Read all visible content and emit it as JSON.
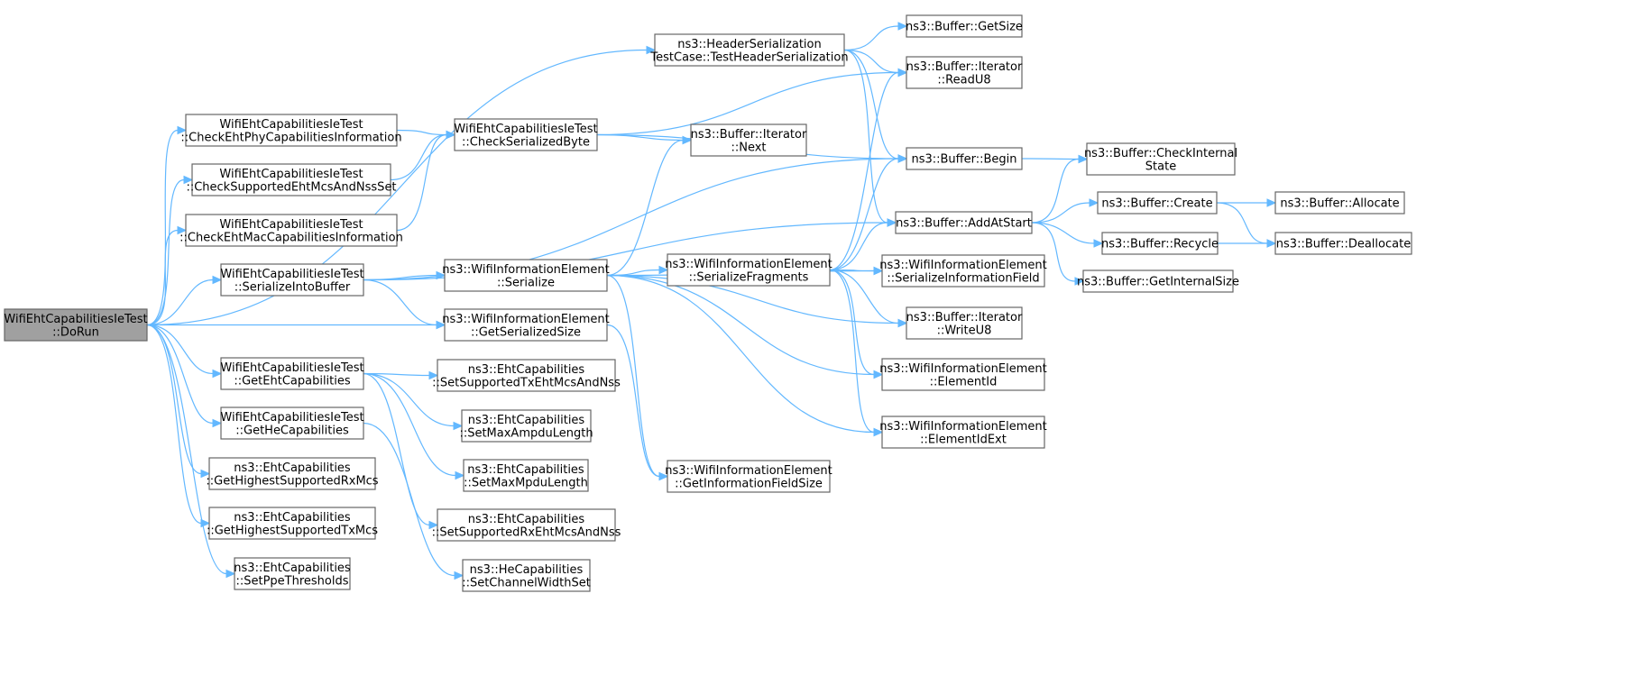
{
  "graph": {
    "colors": {
      "edge": "#63b8ff",
      "node_border": "#666666",
      "root_fill": "#a0a0a0",
      "node_fill": "#ffffff"
    },
    "nodes": [
      {
        "id": "doRun",
        "lines": [
          "WifiEhtCapabilitiesIeTest",
          "::DoRun"
        ],
        "root": true
      },
      {
        "id": "checkPhy",
        "lines": [
          "WifiEhtCapabilitiesIeTest",
          "::CheckEhtPhyCapabilitiesInformation"
        ]
      },
      {
        "id": "checkSupMcs",
        "lines": [
          "WifiEhtCapabilitiesIeTest",
          "::CheckSupportedEhtMcsAndNssSet"
        ]
      },
      {
        "id": "checkMac",
        "lines": [
          "WifiEhtCapabilitiesIeTest",
          "::CheckEhtMacCapabilitiesInformation"
        ]
      },
      {
        "id": "serIntoBuf",
        "lines": [
          "WifiEhtCapabilitiesIeTest",
          "::SerializeIntoBuffer"
        ]
      },
      {
        "id": "getEht",
        "lines": [
          "WifiEhtCapabilitiesIeTest",
          "::GetEhtCapabilities"
        ]
      },
      {
        "id": "getHe",
        "lines": [
          "WifiEhtCapabilitiesIeTest",
          "::GetHeCapabilities"
        ]
      },
      {
        "id": "ghsRx",
        "lines": [
          "ns3::EhtCapabilities",
          "::GetHighestSupportedRxMcs"
        ]
      },
      {
        "id": "ghsTx",
        "lines": [
          "ns3::EhtCapabilities",
          "::GetHighestSupportedTxMcs"
        ]
      },
      {
        "id": "setPpe",
        "lines": [
          "ns3::EhtCapabilities",
          "::SetPpeThresholds"
        ]
      },
      {
        "id": "checkSerByte",
        "lines": [
          "WifiEhtCapabilitiesIeTest",
          "::CheckSerializedByte"
        ]
      },
      {
        "id": "wieSerialize",
        "lines": [
          "ns3::WifiInformationElement",
          "::Serialize"
        ]
      },
      {
        "id": "wieGetSerSize",
        "lines": [
          "ns3::WifiInformationElement",
          "::GetSerializedSize"
        ]
      },
      {
        "id": "setSupTx",
        "lines": [
          "ns3::EhtCapabilities",
          "::SetSupportedTxEhtMcsAndNss"
        ]
      },
      {
        "id": "setMaxAmpdu",
        "lines": [
          "ns3::EhtCapabilities",
          "::SetMaxAmpduLength"
        ]
      },
      {
        "id": "setMaxMpdu",
        "lines": [
          "ns3::EhtCapabilities",
          "::SetMaxMpduLength"
        ]
      },
      {
        "id": "setSupRx",
        "lines": [
          "ns3::EhtCapabilities",
          "::SetSupportedRxEhtMcsAndNss"
        ]
      },
      {
        "id": "setChWidth",
        "lines": [
          "ns3::HeCapabilities",
          "::SetChannelWidthSet"
        ]
      },
      {
        "id": "hdrSerTest",
        "lines": [
          "ns3::HeaderSerialization",
          "TestCase::TestHeaderSerialization"
        ]
      },
      {
        "id": "itNext",
        "lines": [
          "ns3::Buffer::Iterator",
          "::Next"
        ]
      },
      {
        "id": "serFrag",
        "lines": [
          "ns3::WifiInformationElement",
          "::SerializeFragments"
        ]
      },
      {
        "id": "getInfoFieldSize",
        "lines": [
          "ns3::WifiInformationElement",
          "::GetInformationFieldSize"
        ]
      },
      {
        "id": "bufGetSize",
        "lines": [
          "ns3::Buffer::GetSize"
        ]
      },
      {
        "id": "itReadU8",
        "lines": [
          "ns3::Buffer::Iterator",
          "::ReadU8"
        ]
      },
      {
        "id": "bufBegin",
        "lines": [
          "ns3::Buffer::Begin"
        ]
      },
      {
        "id": "bufAddAtStart",
        "lines": [
          "ns3::Buffer::AddAtStart"
        ]
      },
      {
        "id": "serInfoField",
        "lines": [
          "ns3::WifiInformationElement",
          "::SerializeInformationField"
        ]
      },
      {
        "id": "itWriteU8",
        "lines": [
          "ns3::Buffer::Iterator",
          "::WriteU8"
        ]
      },
      {
        "id": "elemId",
        "lines": [
          "ns3::WifiInformationElement",
          "::ElementId"
        ]
      },
      {
        "id": "elemIdExt",
        "lines": [
          "ns3::WifiInformationElement",
          "::ElementIdExt"
        ]
      },
      {
        "id": "checkInternal",
        "lines": [
          "ns3::Buffer::CheckInternal",
          "State"
        ]
      },
      {
        "id": "bufCreate",
        "lines": [
          "ns3::Buffer::Create"
        ]
      },
      {
        "id": "bufRecycle",
        "lines": [
          "ns3::Buffer::Recycle"
        ]
      },
      {
        "id": "bufGetInternalSize",
        "lines": [
          "ns3::Buffer::GetInternalSize"
        ]
      },
      {
        "id": "bufAllocate",
        "lines": [
          "ns3::Buffer::Allocate"
        ]
      },
      {
        "id": "bufDeallocate",
        "lines": [
          "ns3::Buffer::Deallocate"
        ]
      }
    ],
    "edges": [
      [
        "doRun",
        "hdrSerTest"
      ],
      [
        "doRun",
        "checkPhy"
      ],
      [
        "doRun",
        "checkSupMcs"
      ],
      [
        "doRun",
        "checkMac"
      ],
      [
        "doRun",
        "serIntoBuf"
      ],
      [
        "doRun",
        "wieGetSerSize"
      ],
      [
        "doRun",
        "getEht"
      ],
      [
        "doRun",
        "getHe"
      ],
      [
        "doRun",
        "ghsRx"
      ],
      [
        "doRun",
        "ghsTx"
      ],
      [
        "doRun",
        "setPpe"
      ],
      [
        "checkPhy",
        "checkSerByte"
      ],
      [
        "checkSupMcs",
        "checkSerByte"
      ],
      [
        "checkMac",
        "checkSerByte"
      ],
      [
        "checkSerByte",
        "itReadU8"
      ],
      [
        "checkSerByte",
        "bufBegin"
      ],
      [
        "checkSerByte",
        "itNext"
      ],
      [
        "serIntoBuf",
        "bufBegin"
      ],
      [
        "serIntoBuf",
        "bufAddAtStart"
      ],
      [
        "serIntoBuf",
        "wieSerialize"
      ],
      [
        "serIntoBuf",
        "wieGetSerSize"
      ],
      [
        "wieSerialize",
        "itNext"
      ],
      [
        "wieSerialize",
        "serFrag"
      ],
      [
        "wieSerialize",
        "serInfoField"
      ],
      [
        "wieSerialize",
        "itWriteU8"
      ],
      [
        "wieSerialize",
        "elemId"
      ],
      [
        "wieSerialize",
        "elemIdExt"
      ],
      [
        "wieSerialize",
        "getInfoFieldSize"
      ],
      [
        "wieGetSerSize",
        "getInfoFieldSize"
      ],
      [
        "getEht",
        "setSupTx"
      ],
      [
        "getEht",
        "setMaxAmpdu"
      ],
      [
        "getEht",
        "setMaxMpdu"
      ],
      [
        "getEht",
        "setSupRx"
      ],
      [
        "getHe",
        "setChWidth"
      ],
      [
        "hdrSerTest",
        "bufGetSize"
      ],
      [
        "hdrSerTest",
        "itReadU8"
      ],
      [
        "hdrSerTest",
        "bufBegin"
      ],
      [
        "hdrSerTest",
        "bufAddAtStart"
      ],
      [
        "serFrag",
        "itReadU8"
      ],
      [
        "serFrag",
        "bufBegin"
      ],
      [
        "serFrag",
        "bufAddAtStart"
      ],
      [
        "serFrag",
        "serInfoField"
      ],
      [
        "serFrag",
        "itWriteU8"
      ],
      [
        "serFrag",
        "elemId"
      ],
      [
        "serFrag",
        "elemIdExt"
      ],
      [
        "bufBegin",
        "checkInternal"
      ],
      [
        "bufAddAtStart",
        "checkInternal"
      ],
      [
        "bufAddAtStart",
        "bufCreate"
      ],
      [
        "bufAddAtStart",
        "bufRecycle"
      ],
      [
        "bufAddAtStart",
        "bufGetInternalSize"
      ],
      [
        "bufCreate",
        "bufAllocate"
      ],
      [
        "bufCreate",
        "bufDeallocate"
      ],
      [
        "bufRecycle",
        "bufDeallocate"
      ]
    ]
  }
}
